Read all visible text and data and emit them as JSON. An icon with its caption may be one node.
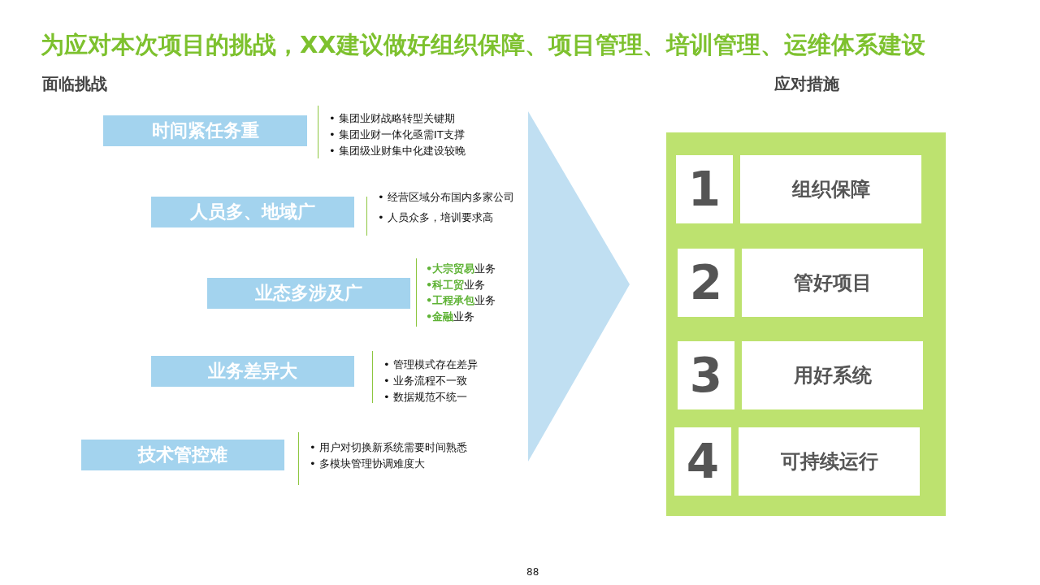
{
  "diagram": {
    "title": "为应对本次项目的挑战，XX建议做好组织保障、项目管理、培训管理、运维体系建设",
    "nodes": [
      {
        "text": [
          "时间紧任务重"
        ],
        "beside": [
          "• 集团业财战略转型关键期",
          "• 集团业财一体化亟需IT支撑",
          "• 集团级业财集中化建设较晚"
        ]
      },
      {
        "text": [
          "人员多、地域广"
        ],
        "beside": [
          "• 经营区域分布国内多家公司",
          "• 人员众多，培训要求高"
        ]
      },
      {
        "text": [
          "业态多涉及广"
        ],
        "beside": [
          "**•大宗贸易**业务",
          "**•科工贸**业务",
          "**•工程承包**业务",
          "**•金融**业务"
        ]
      },
      {
        "text": [
          "业务差异大"
        ],
        "beside": [
          "• 管理模式存在差异",
          "• 业务流程不一致",
          "• 数据规范不统一"
        ]
      },
      {
        "text": [
          "技术管控难"
        ],
        "beside": [
          "• 用户对切换新系统需要时间熟悉",
          "• 多模块管理协调难度大"
        ]
      },
      {
        "text": [],
        "shape": "box"
      },
      {
        "text": [
          "1"
        ],
        "in": 5
      },
      {
        "text": [
          "组织保障"
        ],
        "in": 5
      },
      {
        "text": [
          "2"
        ],
        "in": 5
      },
      {
        "text": [
          "管好项目"
        ],
        "in": 5
      },
      {
        "text": [
          "3"
        ],
        "in": 5
      },
      {
        "text": [
          "用好系统"
        ],
        "in": 5
      },
      {
        "text": [
          "4"
        ],
        "in": 5
      },
      {
        "text": [
          "可持续运行"
        ],
        "in": 5
      }
    ],
    "edges": [],
    "labels": [
      "面临挑战",
      "应对措施",
      "88"
    ]
  }
}
